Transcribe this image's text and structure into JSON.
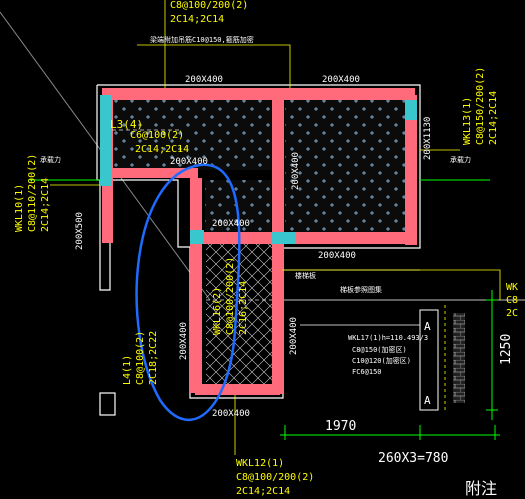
{
  "colors": {
    "background": "#000000",
    "beam_fill": "#ff6b7a",
    "column_fill": "#39c6cc",
    "slab_fill": "#0b0b0b",
    "dim_line": "#00ff00",
    "annotation": "#ffff00",
    "text_white": "#ffffff",
    "markup_circle": "#1f6bff",
    "hatch": "#ffffff"
  },
  "labels": {
    "top_beam_stirrup": "C8@100/200(2)",
    "top_beam_bars": "2C14;2C14",
    "top_note": "梁端附加吊筋C10@150,箍筋加密",
    "dim_top_left": "200X400",
    "dim_top_right": "200X400",
    "l3_name": "L3(4)",
    "l3_stirrup": "C6@100(2)",
    "l3_bars": "2C14;2C14",
    "dim_l3_bottom": "200X400",
    "wkl13_name": "WKL13(1)",
    "wkl13_stirrup": "C8@150/200(2)",
    "wkl13_bars": "2C14;2C14",
    "dim_right_vertical": "200X1130",
    "right_note": "承载力",
    "left_note": "承载力",
    "wkl10_name": "WKL10(1)",
    "wkl10_stirrup": "C8@110/200(2)",
    "wkl10_bars": "2C14;2C14",
    "dim_left_vertical": "200X500",
    "dim_mid_vertical": "200X400",
    "dim_inner_beam": "200X400",
    "dim_mid_horizontal": "200X400",
    "wkl16_name": "WKL16(2)",
    "wkl16_stirrup": "C8@100/200(2)",
    "wkl16_bars": "2C16;2C14",
    "l4_name": "L4(1)",
    "l4_stirrup": "C8@100(2)",
    "l4_bars": "2C18;2C22",
    "dim_l4": "200X400",
    "dim_right_low": "200X400",
    "dim_bottom_beam": "200X400",
    "wkl12_name": "WKL12(1)",
    "wkl12_stirrup": "C8@100/200(2)",
    "wkl12_bars": "2C14;2C14",
    "dim_1970": "1970",
    "dim_780": "260X3=780",
    "dim_1250": "1250",
    "section_line1": "WKL17(1)h=110.493/3",
    "section_line2": "C8@150(加密区)",
    "section_line3": "C10@120(加密区)",
    "section_line4": "FC6@150",
    "section_mark_a": "A",
    "section_mark_a2": "A",
    "stair_note": "楼梯板",
    "stair_note2": "梯板参照图集",
    "corner_note": "附注",
    "right_edge_label": "WK",
    "right_edge_label2": "C8",
    "right_edge_label3": "2C"
  }
}
